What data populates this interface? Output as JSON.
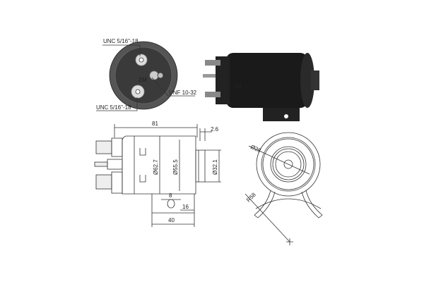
{
  "callouts": {
    "top_terminal": "UNC 5/16\"-18",
    "small_terminal": "UNF 10-32",
    "bottom_terminal": "UNC 5/16\"-18"
  },
  "logo": "ZM",
  "dimensions": {
    "length": "81",
    "flange": "2.6",
    "dia_body": "Ø62.7",
    "dia_inner": "Ø55.5",
    "dia_plunger": "Ø32.1",
    "slot": "8",
    "slot_offset": "16",
    "bracket": "40",
    "dia_end": "Ø28",
    "radius": "R58"
  },
  "colors": {
    "line": "#333333",
    "photo_body": "#1a1a1a"
  }
}
